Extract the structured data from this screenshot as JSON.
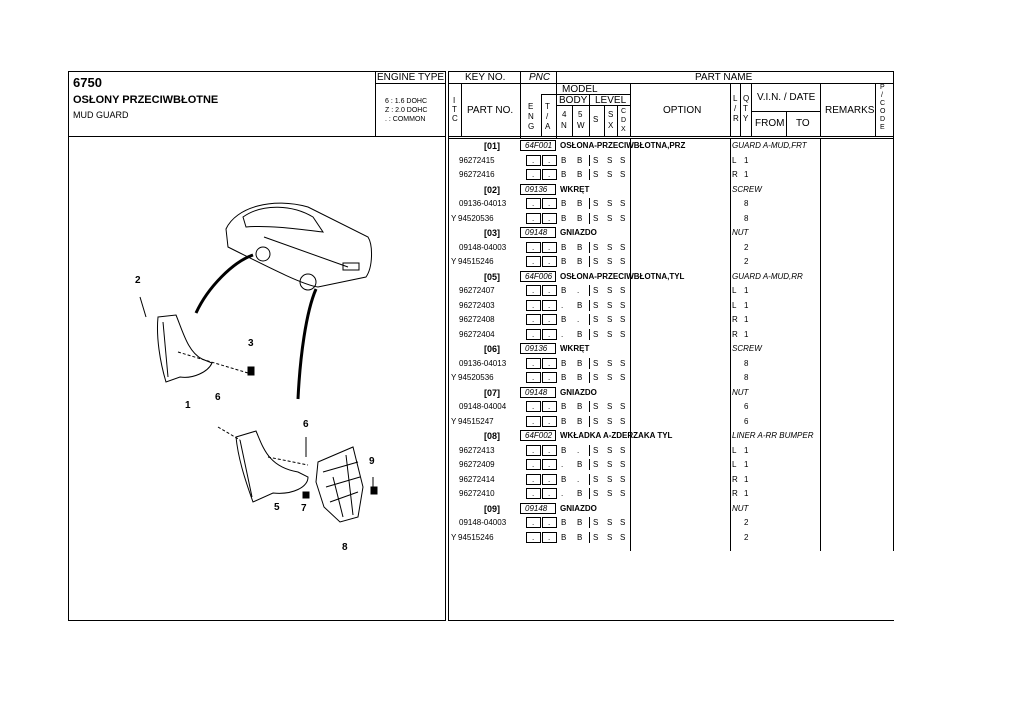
{
  "left": {
    "code": "6750",
    "title_pl": "OSŁONY PRZECIWBŁOTNE",
    "title_en": "MUD GUARD",
    "engine_type_label": "ENGINE TYPE",
    "engines": [
      "6 : 1.6 DOHC",
      "Z : 2.0 DOHC",
      ". : COMMON"
    ]
  },
  "diagram": {
    "callouts": [
      "2",
      "3",
      "1",
      "6",
      "6",
      "9",
      "5",
      "7",
      "8"
    ]
  },
  "header": {
    "key_no": "KEY NO.",
    "pnc": "PNC",
    "part_name": "PART NAME",
    "itc": [
      "I",
      "T",
      "C"
    ],
    "part_no": "PART NO.",
    "model": "MODEL",
    "eng": [
      "E",
      "N",
      "G"
    ],
    "ta": [
      "T",
      "/",
      "A"
    ],
    "body": "BODY",
    "level": "LEVEL",
    "body4n": [
      "4",
      "N"
    ],
    "body5w": [
      "5",
      "W"
    ],
    "s": "S",
    "sx": [
      "S",
      "X"
    ],
    "cdx": [
      "C",
      "D",
      "X"
    ],
    "option": "OPTION",
    "lr": [
      "L",
      "/",
      "R"
    ],
    "qty": [
      "Q",
      "T",
      "Y"
    ],
    "vin_date": "V.I.N. / DATE",
    "from": "FROM",
    "to": "TO",
    "remarks": "REMARKS",
    "pcode": [
      "P",
      "/",
      "C",
      "O",
      "D",
      "E"
    ]
  },
  "rows": [
    {
      "type": "key",
      "key": "[01]",
      "pnc": "64F001",
      "name": "OSŁONA-PRZECIWBŁOTNA,PRZ",
      "opt": "GUARD A-MUD,FRT"
    },
    {
      "type": "part",
      "itc": "",
      "pn": "96272415",
      "eng": ".",
      "ta": ".",
      "b4": "B",
      "b5": "B",
      "s": "S",
      "sx": "S",
      "cdx": "S",
      "lr": "L",
      "qty": "1"
    },
    {
      "type": "part",
      "itc": "",
      "pn": "96272416",
      "eng": ".",
      "ta": ".",
      "b4": "B",
      "b5": "B",
      "s": "S",
      "sx": "S",
      "cdx": "S",
      "lr": "R",
      "qty": "1"
    },
    {
      "type": "key",
      "key": "[02]",
      "pnc": "09136",
      "name": "WKRĘT",
      "opt": "SCREW"
    },
    {
      "type": "part",
      "itc": "",
      "pn": "09136-04013",
      "eng": ".",
      "ta": ".",
      "b4": "B",
      "b5": "B",
      "s": "S",
      "sx": "S",
      "cdx": "S",
      "lr": "",
      "qty": "8"
    },
    {
      "type": "part",
      "itc": "Y",
      "pn": "94520536",
      "eng": ".",
      "ta": ".",
      "b4": "B",
      "b5": "B",
      "s": "S",
      "sx": "S",
      "cdx": "S",
      "lr": "",
      "qty": "8"
    },
    {
      "type": "key",
      "key": "[03]",
      "pnc": "09148",
      "name": "GNIAZDO",
      "opt": "NUT"
    },
    {
      "type": "part",
      "itc": "",
      "pn": "09148-04003",
      "eng": ".",
      "ta": ".",
      "b4": "B",
      "b5": "B",
      "s": "S",
      "sx": "S",
      "cdx": "S",
      "lr": "",
      "qty": "2"
    },
    {
      "type": "part",
      "itc": "Y",
      "pn": "94515246",
      "eng": ".",
      "ta": ".",
      "b4": "B",
      "b5": "B",
      "s": "S",
      "sx": "S",
      "cdx": "S",
      "lr": "",
      "qty": "2"
    },
    {
      "type": "key",
      "key": "[05]",
      "pnc": "64F006",
      "name": "OSŁONA-PRZECIWBŁOTNA,TYL",
      "opt": "GUARD A-MUD,RR"
    },
    {
      "type": "part",
      "itc": "",
      "pn": "96272407",
      "eng": ".",
      "ta": ".",
      "b4": "B",
      "b5": ".",
      "s": "S",
      "sx": "S",
      "cdx": "S",
      "lr": "L",
      "qty": "1"
    },
    {
      "type": "part",
      "itc": "",
      "pn": "96272403",
      "eng": ".",
      "ta": ".",
      "b4": ".",
      "b5": "B",
      "s": "S",
      "sx": "S",
      "cdx": "S",
      "lr": "L",
      "qty": "1"
    },
    {
      "type": "part",
      "itc": "",
      "pn": "96272408",
      "eng": ".",
      "ta": ".",
      "b4": "B",
      "b5": ".",
      "s": "S",
      "sx": "S",
      "cdx": "S",
      "lr": "R",
      "qty": "1"
    },
    {
      "type": "part",
      "itc": "",
      "pn": "96272404",
      "eng": ".",
      "ta": ".",
      "b4": ".",
      "b5": "B",
      "s": "S",
      "sx": "S",
      "cdx": "S",
      "lr": "R",
      "qty": "1"
    },
    {
      "type": "key",
      "key": "[06]",
      "pnc": "09136",
      "name": "WKRĘT",
      "opt": "SCREW"
    },
    {
      "type": "part",
      "itc": "",
      "pn": "09136-04013",
      "eng": ".",
      "ta": ".",
      "b4": "B",
      "b5": "B",
      "s": "S",
      "sx": "S",
      "cdx": "S",
      "lr": "",
      "qty": "8"
    },
    {
      "type": "part",
      "itc": "Y",
      "pn": "94520536",
      "eng": ".",
      "ta": ".",
      "b4": "B",
      "b5": "B",
      "s": "S",
      "sx": "S",
      "cdx": "S",
      "lr": "",
      "qty": "8"
    },
    {
      "type": "key",
      "key": "[07]",
      "pnc": "09148",
      "name": "GNIAZDO",
      "opt": "NUT"
    },
    {
      "type": "part",
      "itc": "",
      "pn": "09148-04004",
      "eng": ".",
      "ta": ".",
      "b4": "B",
      "b5": "B",
      "s": "S",
      "sx": "S",
      "cdx": "S",
      "lr": "",
      "qty": "6"
    },
    {
      "type": "part",
      "itc": "Y",
      "pn": "94515247",
      "eng": ".",
      "ta": ".",
      "b4": "B",
      "b5": "B",
      "s": "S",
      "sx": "S",
      "cdx": "S",
      "lr": "",
      "qty": "6"
    },
    {
      "type": "key",
      "key": "[08]",
      "pnc": "64F002",
      "name": "WKŁADKA A-ZDERZAKA TYL",
      "opt": "LINER A-RR BUMPER"
    },
    {
      "type": "part",
      "itc": "",
      "pn": "96272413",
      "eng": ".",
      "ta": ".",
      "b4": "B",
      "b5": ".",
      "s": "S",
      "sx": "S",
      "cdx": "S",
      "lr": "L",
      "qty": "1"
    },
    {
      "type": "part",
      "itc": "",
      "pn": "96272409",
      "eng": ".",
      "ta": ".",
      "b4": ".",
      "b5": "B",
      "s": "S",
      "sx": "S",
      "cdx": "S",
      "lr": "L",
      "qty": "1"
    },
    {
      "type": "part",
      "itc": "",
      "pn": "96272414",
      "eng": ".",
      "ta": ".",
      "b4": "B",
      "b5": ".",
      "s": "S",
      "sx": "S",
      "cdx": "S",
      "lr": "R",
      "qty": "1"
    },
    {
      "type": "part",
      "itc": "",
      "pn": "96272410",
      "eng": ".",
      "ta": ".",
      "b4": ".",
      "b5": "B",
      "s": "S",
      "sx": "S",
      "cdx": "S",
      "lr": "R",
      "qty": "1"
    },
    {
      "type": "key",
      "key": "[09]",
      "pnc": "09148",
      "name": "GNIAZDO",
      "opt": "NUT"
    },
    {
      "type": "part",
      "itc": "",
      "pn": "09148-04003",
      "eng": ".",
      "ta": ".",
      "b4": "B",
      "b5": "B",
      "s": "S",
      "sx": "S",
      "cdx": "S",
      "lr": "",
      "qty": "2"
    },
    {
      "type": "part",
      "itc": "Y",
      "pn": "94515246",
      "eng": ".",
      "ta": ".",
      "b4": "B",
      "b5": "B",
      "s": "S",
      "sx": "S",
      "cdx": "S",
      "lr": "",
      "qty": "2"
    }
  ]
}
